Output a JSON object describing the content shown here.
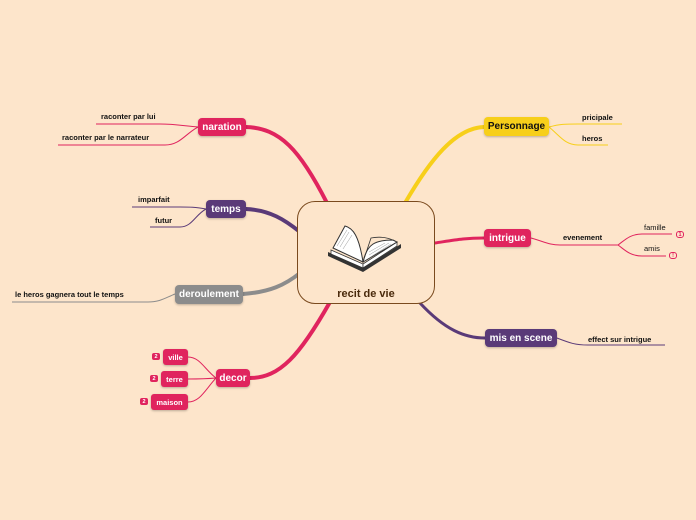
{
  "central": {
    "title": "recit de vie",
    "icon": "open-book-icon"
  },
  "branches": {
    "naration": {
      "label": "naration",
      "children": [
        "raconter par lui",
        "raconter par le narrateur"
      ]
    },
    "temps": {
      "label": "temps",
      "children": [
        "imparfait",
        "futur"
      ]
    },
    "deroulement": {
      "label": "deroulement",
      "children": [
        "le heros gagnera tout le temps"
      ]
    },
    "decor": {
      "label": "decor",
      "children": [
        {
          "label": "ville",
          "badge": "2"
        },
        {
          "label": "terre",
          "badge": "2"
        },
        {
          "label": "maison",
          "badge": "2"
        }
      ]
    },
    "personnage": {
      "label": "Personnage",
      "children": [
        "pricipale",
        "heros"
      ]
    },
    "intrigue": {
      "label": "intrigue",
      "child": "evenement",
      "subchildren": [
        {
          "label": "famille",
          "badge": "1"
        },
        {
          "label": "amis",
          "badge": "!"
        }
      ]
    },
    "mis_en_scene": {
      "label": "mis en scene",
      "children": [
        "effect sur intrigue"
      ]
    }
  },
  "colors": {
    "background": "#fde5cb",
    "red": "#e0245e",
    "purple": "#5a3a78",
    "yellow": "#f7cf1a",
    "gray": "#8c8c8c",
    "central_border": "#7a4a1e"
  }
}
